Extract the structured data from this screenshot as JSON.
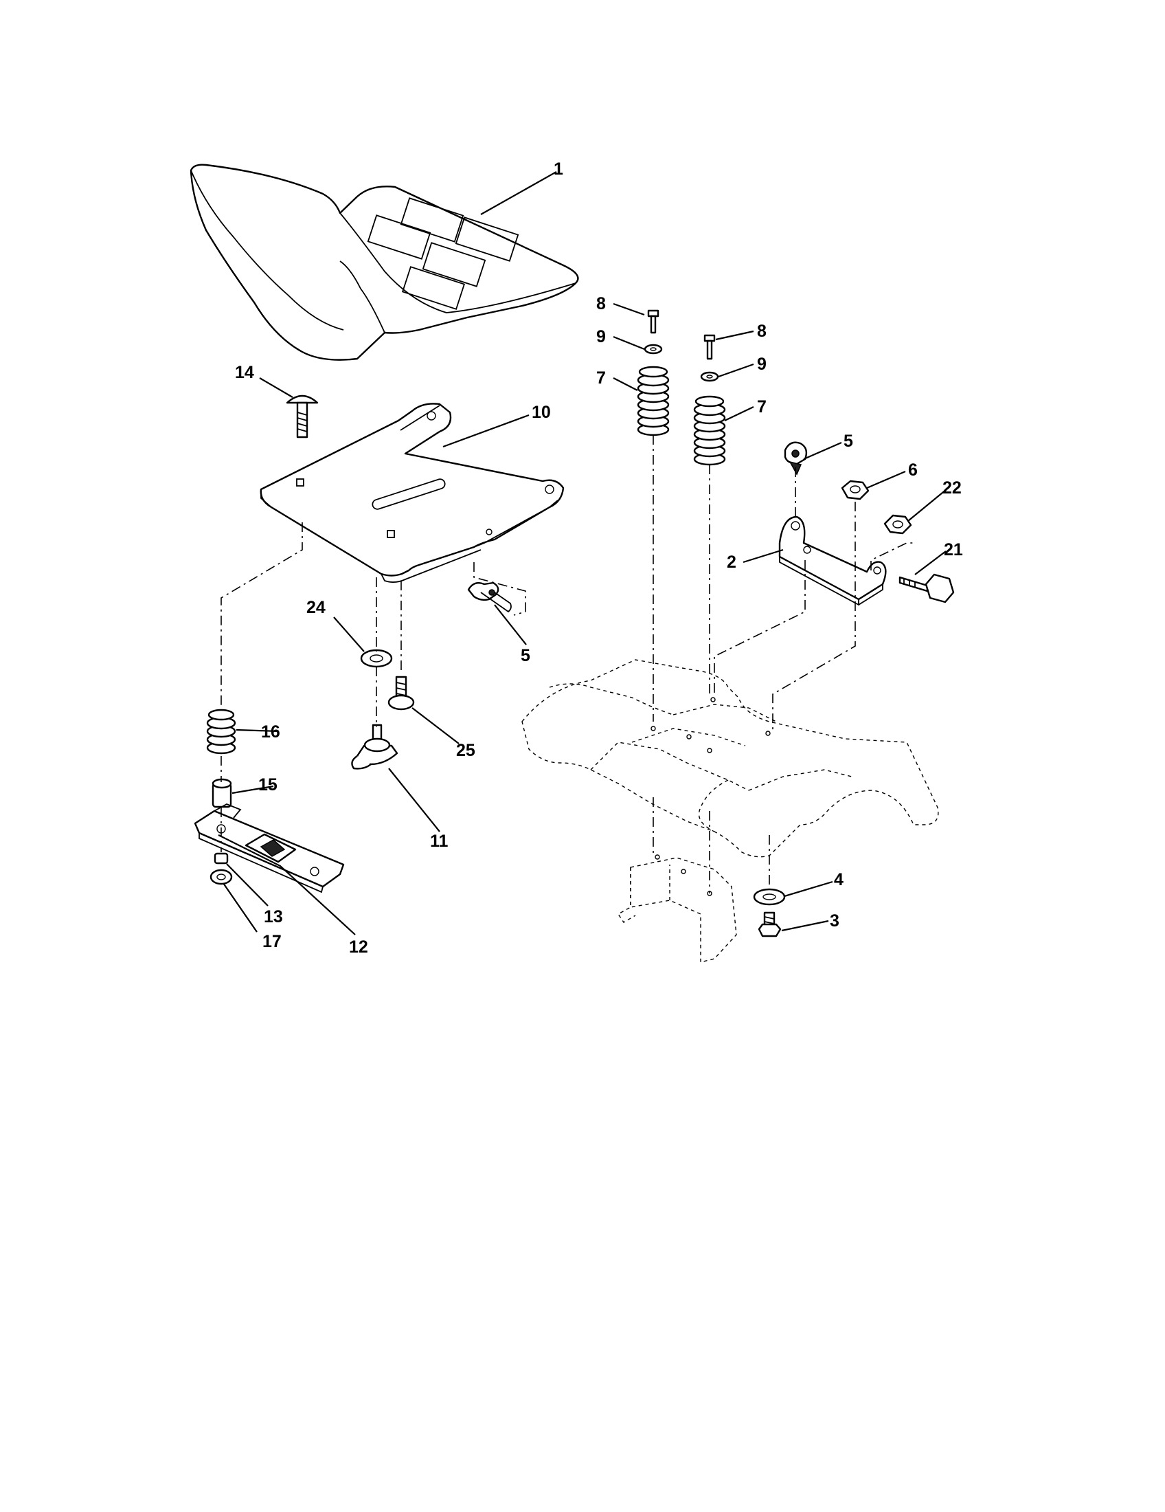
{
  "diagram": {
    "labels": {
      "l1": "1",
      "l2": "2",
      "l3": "3",
      "l4": "4",
      "l5a": "5",
      "l5b": "5",
      "l6": "6",
      "l7a": "7",
      "l7b": "7",
      "l8a": "8",
      "l8b": "8",
      "l9a": "9",
      "l9b": "9",
      "l10": "10",
      "l11": "11",
      "l12": "12",
      "l13": "13",
      "l14": "14",
      "l15": "15",
      "l16": "16",
      "l17": "17",
      "l21": "21",
      "l22": "22",
      "l24": "24",
      "l25": "25"
    }
  }
}
